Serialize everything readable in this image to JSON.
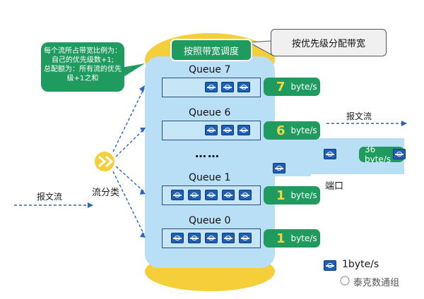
{
  "scheduler": {
    "title": "按照带宽调度"
  },
  "note": {
    "text": "按优先级分配带宽"
  },
  "callout": {
    "lines": [
      "每个流所占带宽比例为：",
      "自己的优先级数+1;",
      "总配额为：所有流的优先",
      "级+1之和"
    ]
  },
  "classifier": {
    "label": "流分类"
  },
  "input_label": "报文流",
  "output_label": "报文流",
  "ellipsis": "……",
  "port": {
    "label": "端口",
    "rate": "36 byte/s"
  },
  "queues": [
    {
      "name": "Queue 7",
      "packets": 3,
      "bandwidth": "7",
      "unit": "byte/s"
    },
    {
      "name": "Queue 6",
      "packets": 3,
      "bandwidth": "6",
      "unit": "byte/s"
    },
    {
      "name": "Queue 1",
      "packets": 5,
      "bandwidth": "1",
      "unit": "byte/s"
    },
    {
      "name": "Queue 0",
      "packets": 5,
      "bandwidth": "1",
      "unit": "byte/s"
    }
  ],
  "legend": {
    "label": "1byte/s"
  },
  "watermark": "泰克数通组",
  "colors": {
    "green": "#1f9b5f",
    "cylinder": "#b9dff7",
    "cap": "#f4cf3a",
    "packet": "#1e5fb6",
    "arrow": "#2b64b8"
  }
}
